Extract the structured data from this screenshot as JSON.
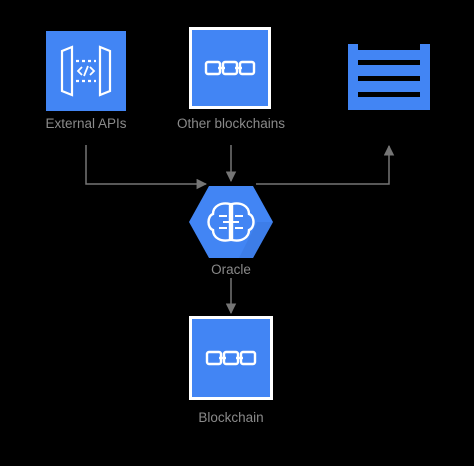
{
  "diagram": {
    "background": "#000000",
    "accent": "#4285f4",
    "connector_color": "#757575",
    "label_color": "#8a8a8a",
    "nodes": {
      "external_apis": {
        "label": "External APIs",
        "icon": "api-gateway-icon"
      },
      "other_blockchains": {
        "label": "Other blockchains",
        "icon": "chain-link-icon"
      },
      "data_store": {
        "label": "",
        "icon": "list-storage-icon"
      },
      "oracle": {
        "label": "Oracle",
        "icon": "ai-brain-hexagon-icon"
      },
      "blockchain": {
        "label": "Blockchain",
        "icon": "chain-link-icon"
      }
    }
  }
}
